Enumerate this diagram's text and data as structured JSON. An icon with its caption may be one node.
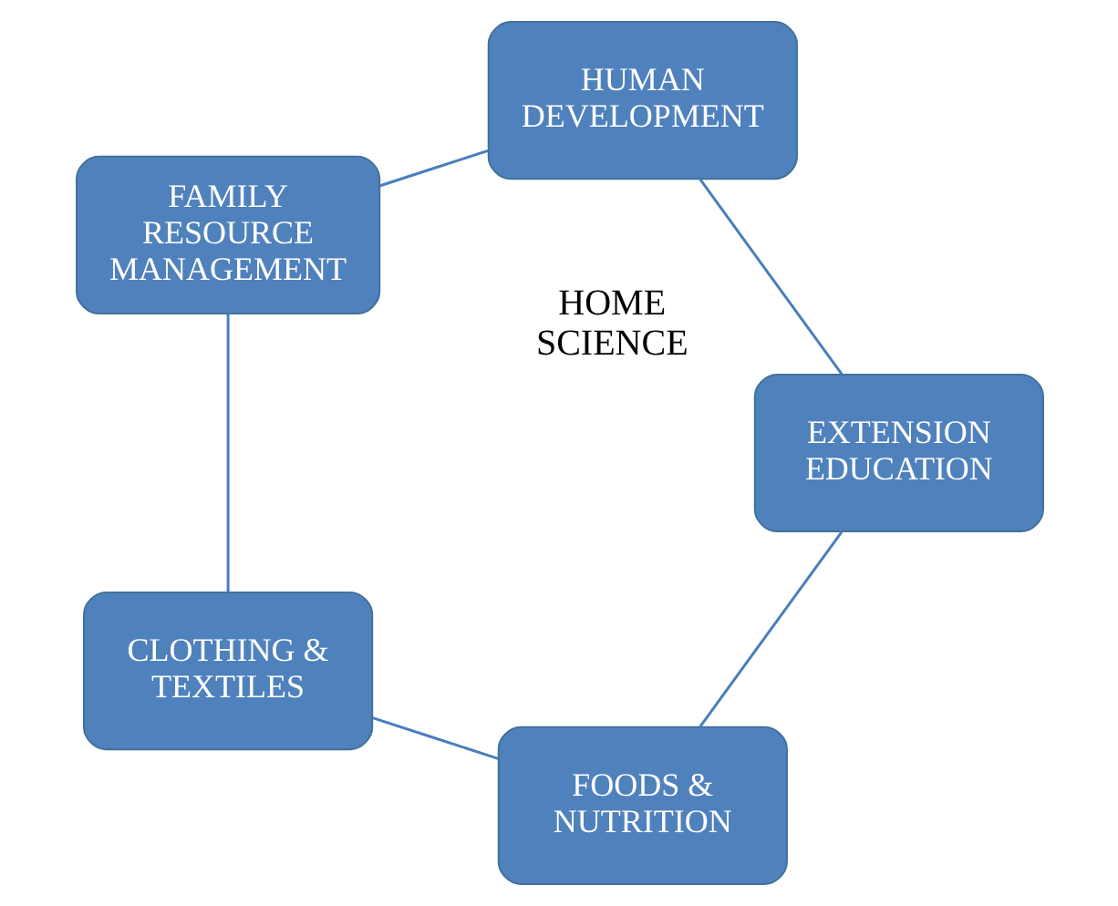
{
  "diagram": {
    "nodes": [
      {
        "text": [
          "FOODS & NUTRITION"
        ]
      },
      {
        "text": [
          "CLOTHING & TEXTILES"
        ]
      },
      {
        "text": [
          "FAMILY RESOURCE MANAGEMENT"
        ]
      },
      {
        "text": [
          "HUMAN DEVELOPMENT"
        ]
      },
      {
        "text": [
          "EXTENSION EDUCATION"
        ]
      }
    ],
    "edges": [
      {
        "from": 0,
        "to": 1,
        "arrow": "none"
      },
      {
        "from": 1,
        "to": 2,
        "arrow": "none"
      },
      {
        "from": 2,
        "to": 3,
        "arrow": "none"
      },
      {
        "from": 3,
        "to": 4,
        "arrow": "none"
      },
      {
        "from": 4,
        "to": 0,
        "arrow": "none"
      }
    ],
    "labels": [
      "HOME SCIENCE"
    ]
  }
}
